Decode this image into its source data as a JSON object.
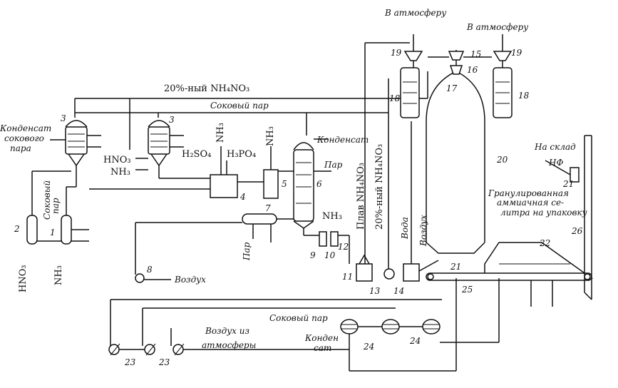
{
  "labels": {
    "atm_left": "В атмосферу",
    "atm_right": "В атмосферу",
    "nh4no3_20": "20%-ный NH₄NO₃",
    "sok_par_top": "Соковый пар",
    "kondensat_sok": "Конденсат",
    "sokovogo": "сокового",
    "para": "пара",
    "sok_par_left_1": "Соковый",
    "sok_par_left_2": "пар",
    "hno3_mid": "HNO₃",
    "nh3_mid": "NH₃",
    "nh3_vert_top": "NH₃",
    "h2so4": "H₂SO₄",
    "h3po4": "H₃PO₄",
    "nh3_vert_right": "NH₃",
    "kondensat_right": "Конденсат",
    "par_right": "Пар",
    "plav": "Плав NH₄NO₃",
    "nh4no3_20_vert": "20%-ный NH₄NO₃",
    "voda": "Вода",
    "vozduh_vert": "Воздух",
    "na_sklad": "На склад",
    "nf": "НФ",
    "gran_1": "Гранулированная",
    "gran_2": "аммиачная се-",
    "gran_3": "литра на упаковку",
    "nh3_small": "NH₃",
    "par_vert": "Пар",
    "vozduh_bottom": "Воздух",
    "hno3_bottom": "HNO₃",
    "nh3_bottom": "NH₃",
    "sok_par_bottom": "Соковый пар",
    "vozduh_iz": "Воздух из",
    "atmosfery": "атмосферы",
    "konden": "Конден",
    "sat": "сат"
  },
  "numbers": {
    "n1": "1",
    "n2": "2",
    "n3a": "3",
    "n3b": "3",
    "n4": "4",
    "n5": "5",
    "n6": "6",
    "n7": "7",
    "n8": "8",
    "n9": "9",
    "n10": "10",
    "n11": "11",
    "n12": "12",
    "n13": "13",
    "n14": "14",
    "n15": "15",
    "n16": "16",
    "n17": "17",
    "n18a": "18",
    "n18b": "18",
    "n19a": "19",
    "n19b": "19",
    "n20": "20",
    "n21": "21",
    "n21b": "21",
    "n22": "22",
    "n23a": "23",
    "n23b": "23",
    "n24a": "24",
    "n24b": "24",
    "n25": "25",
    "n26": "26"
  }
}
